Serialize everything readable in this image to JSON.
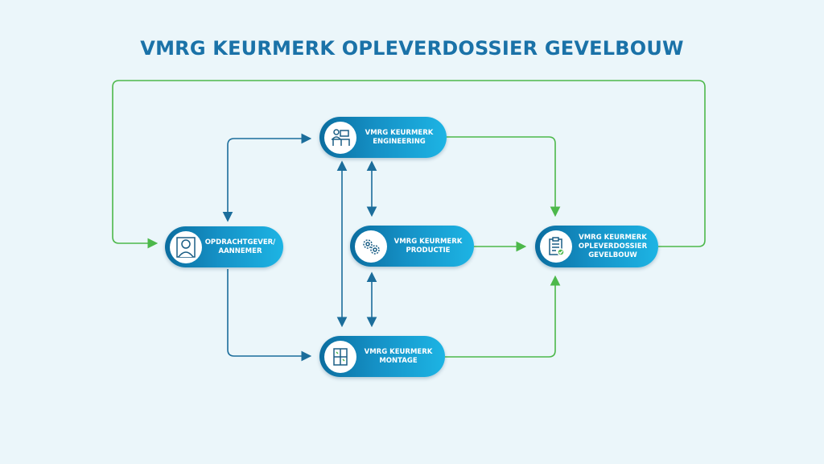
{
  "title": "VMRG KEURMERK OPLEVERDOSSIER GEVELBOUW",
  "colors": {
    "background": "#ebf6fa",
    "title": "#1a72a8",
    "blue_arrow": "#1b6d9b",
    "green_arrow": "#4cb84a"
  },
  "nodes": {
    "engineering": {
      "line1": "VMRG KEURMERK",
      "line2": "ENGINEERING",
      "icon": "desk-workstation-icon"
    },
    "client": {
      "line1": "OPDRACHTGEVER/",
      "line2": "AANNEMER",
      "icon": "person-building-icon"
    },
    "production": {
      "line1": "VMRG KEURMERK",
      "line2": "PRODUCTIE",
      "icon": "gears-icon"
    },
    "delivery": {
      "line1": "VMRG KEURMERK",
      "line2": "OPLEVERDOSSIER",
      "line3": "GEVELBOUW",
      "icon": "clipboard-check-icon"
    },
    "assembly": {
      "line1": "VMRG KEURMERK",
      "line2": "MONTAGE",
      "icon": "facade-panel-icon"
    }
  }
}
